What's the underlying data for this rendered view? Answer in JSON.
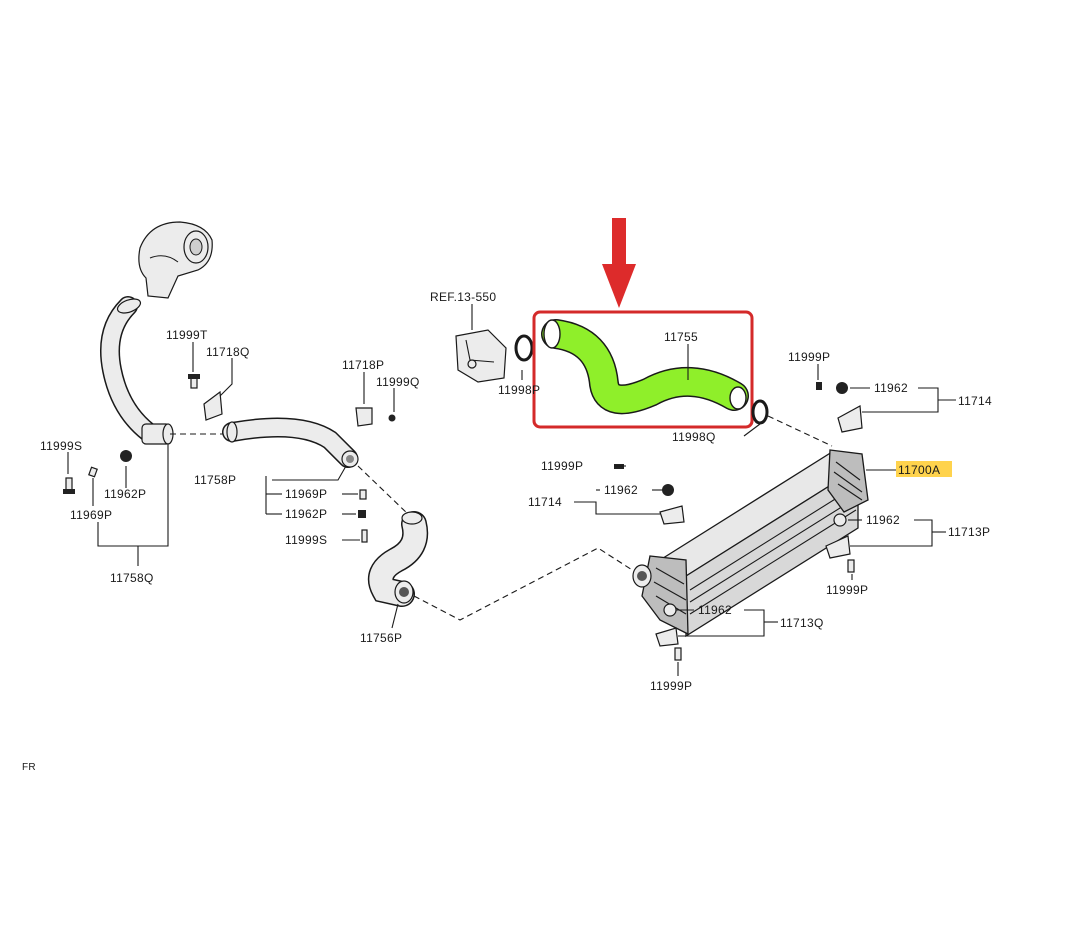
{
  "colors": {
    "highlight_fill": "#8fef2a",
    "highlight_box": "#d42a2a",
    "arrow": "#dd2b2b",
    "label_highlight": "#ffd34d"
  },
  "labels": {
    "ref": "REF.13-550",
    "p11755": "11755",
    "p11998P": "11998P",
    "p11998Q": "11998Q",
    "p11999T": "11999T",
    "p11718Q": "11718Q",
    "p11718P": "11718P",
    "p11999Q": "11999Q",
    "p11999S_left": "11999S",
    "p11962P_left": "11962P",
    "p11969P_left": "11969P",
    "p11758Q": "11758Q",
    "p11758P": "11758P",
    "p11969P_mid": "11969P",
    "p11962P_mid": "11962P",
    "p11999S_mid": "11999S",
    "p11756P": "11756P",
    "p11999P_top": "11999P",
    "p11962_top": "11962",
    "p11714_right": "11714",
    "p11700A": "11700A",
    "p11999P_mid": "11999P",
    "p11714_left": "11714",
    "p11962_mid": "11962",
    "p11962_right": "11962",
    "p11713P": "11713P",
    "p11999P_right": "11999P",
    "p11962_bottom": "11962",
    "p11713Q": "11713Q",
    "p11999P_bottom": "11999P",
    "corner": "FR"
  }
}
